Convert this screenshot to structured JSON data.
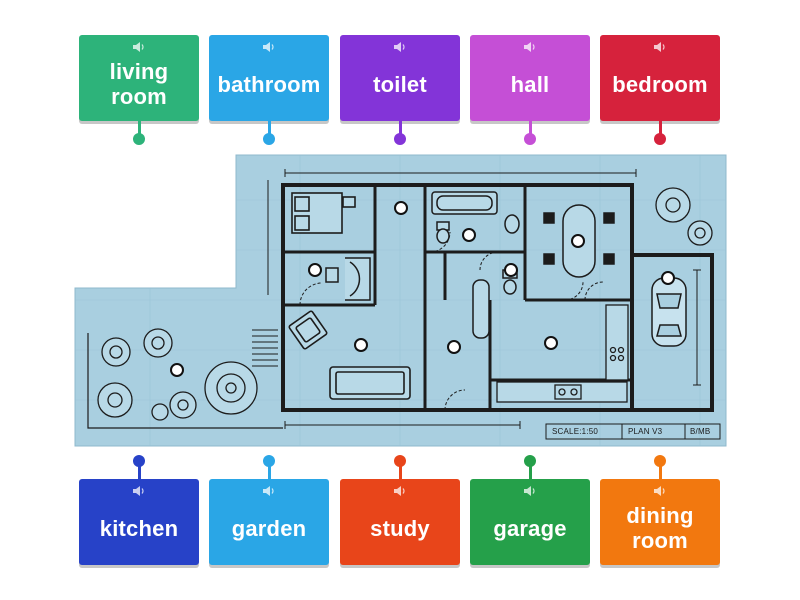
{
  "colors": {
    "living_room": "#2db37a",
    "bathroom": "#2aa6e6",
    "toilet": "#8334d8",
    "hall": "#c54fd6",
    "bedroom": "#d6223c",
    "kitchen": "#2742c8",
    "garden": "#2aa6e6",
    "study": "#e8451a",
    "garage": "#25a04a",
    "dining_room": "#f2780f",
    "blueprint": "#a9cfe0",
    "ink": "#1c1c1c"
  },
  "icons": {
    "audio": "speaker-icon"
  },
  "top_tiles": [
    {
      "key": "living_room",
      "label": "living room"
    },
    {
      "key": "bathroom",
      "label": "bathroom"
    },
    {
      "key": "toilet",
      "label": "toilet"
    },
    {
      "key": "hall",
      "label": "hall"
    },
    {
      "key": "bedroom",
      "label": "bedroom"
    }
  ],
  "bottom_tiles": [
    {
      "key": "kitchen",
      "label": "kitchen"
    },
    {
      "key": "garden",
      "label": "garden"
    },
    {
      "key": "study",
      "label": "study"
    },
    {
      "key": "garage",
      "label": "garage"
    },
    {
      "key": "dining_room",
      "label": "dining room"
    }
  ],
  "plan": {
    "scale": "SCALE:1:50",
    "version": "PLAN V3",
    "initials": "B/MB"
  }
}
